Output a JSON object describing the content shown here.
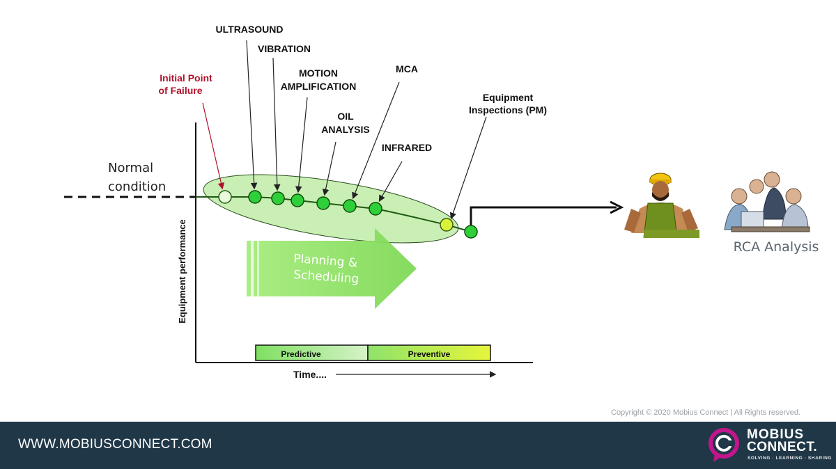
{
  "labels": {
    "ultrasound": "ULTRASOUND",
    "vibration": "VIBRATION",
    "motion_1": "MOTION",
    "motion_2": "AMPLIFICATION",
    "oil_1": "OIL",
    "oil_2": "ANALYSIS",
    "mca": "MCA",
    "infrared": "INFRARED",
    "inspections_1": "Equipment",
    "inspections_2": "Inspections (PM)",
    "initial_1": "Initial Point",
    "initial_2": "of Failure",
    "normal_1": "Normal",
    "normal_2": "condition",
    "y_axis": "Equipment performance",
    "x_axis": "Time....",
    "planning_1": "Planning &",
    "planning_2": "Scheduling",
    "predictive": "Predictive",
    "preventive": "Preventive",
    "rca": "RCA Analysis"
  },
  "colors": {
    "accent_red": "#b0112a",
    "node_green": "#2fcf3a",
    "node_yellow": "#d8f23a",
    "ellipse_fill": "#c9efb4",
    "arrow_green": "#8ee16a",
    "footer_bg": "#1f3747",
    "logo_magenta": "#c2168a"
  },
  "icons": {
    "worker": "construction-worker-illustration",
    "team": "team-meeting-illustration",
    "logo": "mobius-connect-logo-mark"
  },
  "copyright": "Copyright © 2020 Mobius Connect | All Rights reserved.",
  "footer": {
    "url": "WWW.MOBIUSCONNECT.COM",
    "logo_line1": "MOBIUS",
    "logo_line2": "CONNECT.",
    "logo_tagline": "SOLVING · LEARNING · SHARING"
  }
}
